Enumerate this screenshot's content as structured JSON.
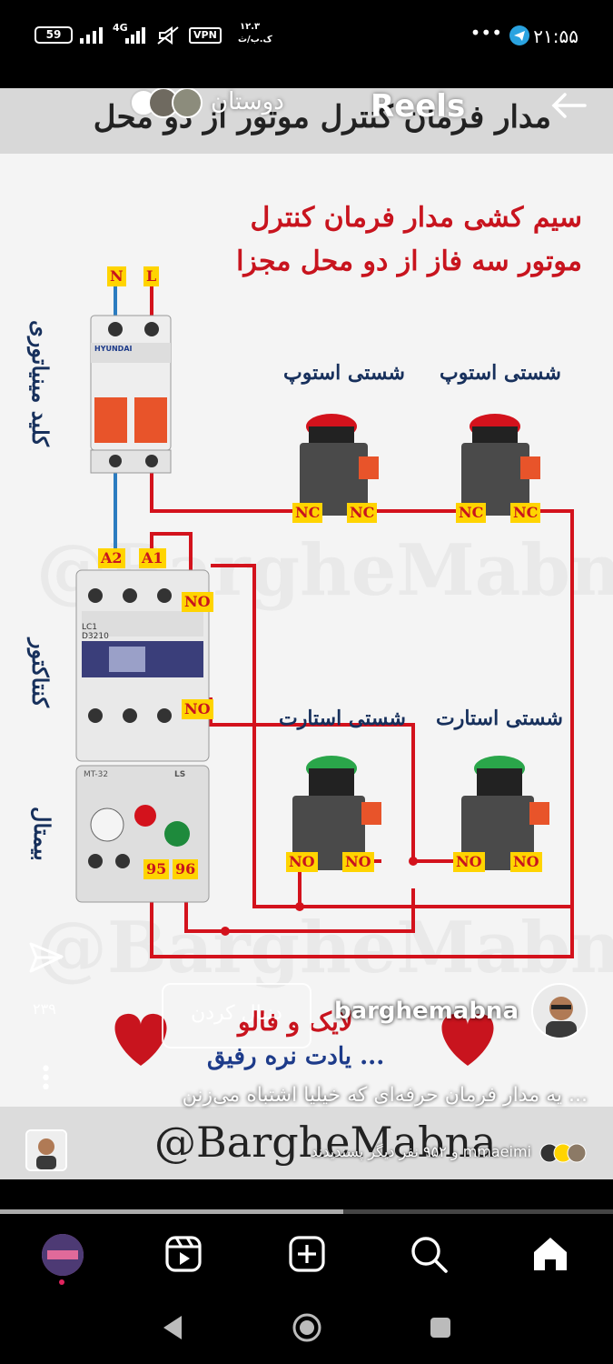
{
  "status_bar": {
    "battery": "59",
    "network": "4G",
    "vpn": "VPN",
    "data_speed": "۱۲.۳",
    "data_unit": "ک.ب/ث",
    "time": "۲۱:۵۵"
  },
  "top_nav": {
    "title": "Reels",
    "friends_label": "دوستان"
  },
  "image": {
    "header_title": "مدار فرمان کنترل موتور از دو محل",
    "title_line1": "سیم کشی مدار فرمان کنترل",
    "title_line2": "موتور سه فاز از دو محل مجزا",
    "breaker_label": "کلید مینیاتوری",
    "contactor_label": "کنتاکتور",
    "overload_label": "بیمتال",
    "stop_label_1": "شستی استوپ",
    "stop_label_2": "شستی استوپ",
    "start_label_1": "شستی استارت",
    "start_label_2": "شستی استارت",
    "terminal_n": "N",
    "terminal_l": "L",
    "terminal_a2": "A2",
    "terminal_a1": "A1",
    "terminal_no": "NO",
    "terminal_nc": "NC",
    "terminal_95": "95",
    "terminal_96": "96",
    "breaker_brand": "HYUNDAI",
    "contactor_model": "LC1 D3210",
    "overload_model": "MT-32",
    "overload_brand": "LS",
    "watermark": "@BargheMabna",
    "footer_line1": "لایک و فالو",
    "footer_line2": "یادت نره رفیق ...",
    "bottom_handle": "@BargheMabna"
  },
  "reel": {
    "username": "barghemabna",
    "follow_label": "دنبال کردن",
    "caption": "یه مدار فرمان حرفه‌ای که خیلیا اشتباه می‌زنن ...",
    "likes_text": "و ۹۵۲ نفر دیگر پسندیدند mmaeimi",
    "share_count": "۲۳۹"
  },
  "progress": 0.56,
  "tabs": [
    "profile",
    "reels",
    "create",
    "search",
    "home"
  ],
  "colors": {
    "wire_red": "#d3121c",
    "wire_blue": "#2b7cc0",
    "tag_yellow": "#ffd400",
    "title_red": "#c8141e",
    "label_navy": "#17305c"
  }
}
